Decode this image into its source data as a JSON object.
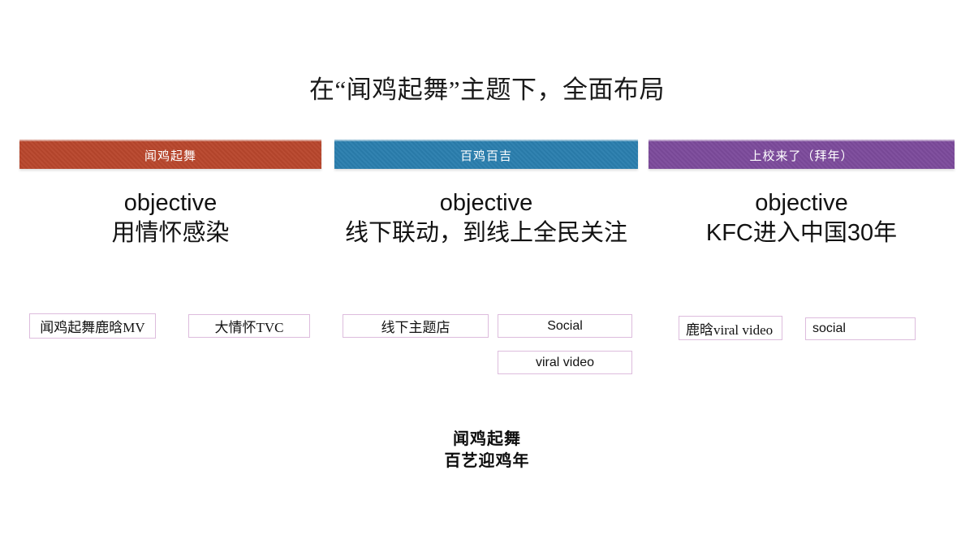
{
  "slide": {
    "title": "在“闻鸡起舞”主题下，全面布局",
    "background_color": "#ffffff"
  },
  "columns": [
    {
      "bar_label": "闻鸡起舞",
      "bar_color": "#b8472d",
      "objective_label": "objective",
      "objective_text": "用情怀感染",
      "tactics": [
        "闻鸡起舞鹿晗MV",
        "大情怀TVC"
      ]
    },
    {
      "bar_label": "百鸡百吉",
      "bar_color": "#2a7eae",
      "objective_label": "objective",
      "objective_text": "线下联动，到线上全民关注",
      "tactics": [
        "线下主题店",
        "Social",
        "viral video"
      ]
    },
    {
      "bar_label": "上校来了（拜年）",
      "bar_color": "#7c4b9c",
      "objective_label": "objective",
      "objective_text": "KFC进入中国30年",
      "tactics": [
        "鹿晗viral video",
        "social"
      ]
    }
  ],
  "footer": {
    "line1": "闻鸡起舞",
    "line2": "百艺迎鸡年"
  },
  "box_border_color": "#ddbcdd"
}
